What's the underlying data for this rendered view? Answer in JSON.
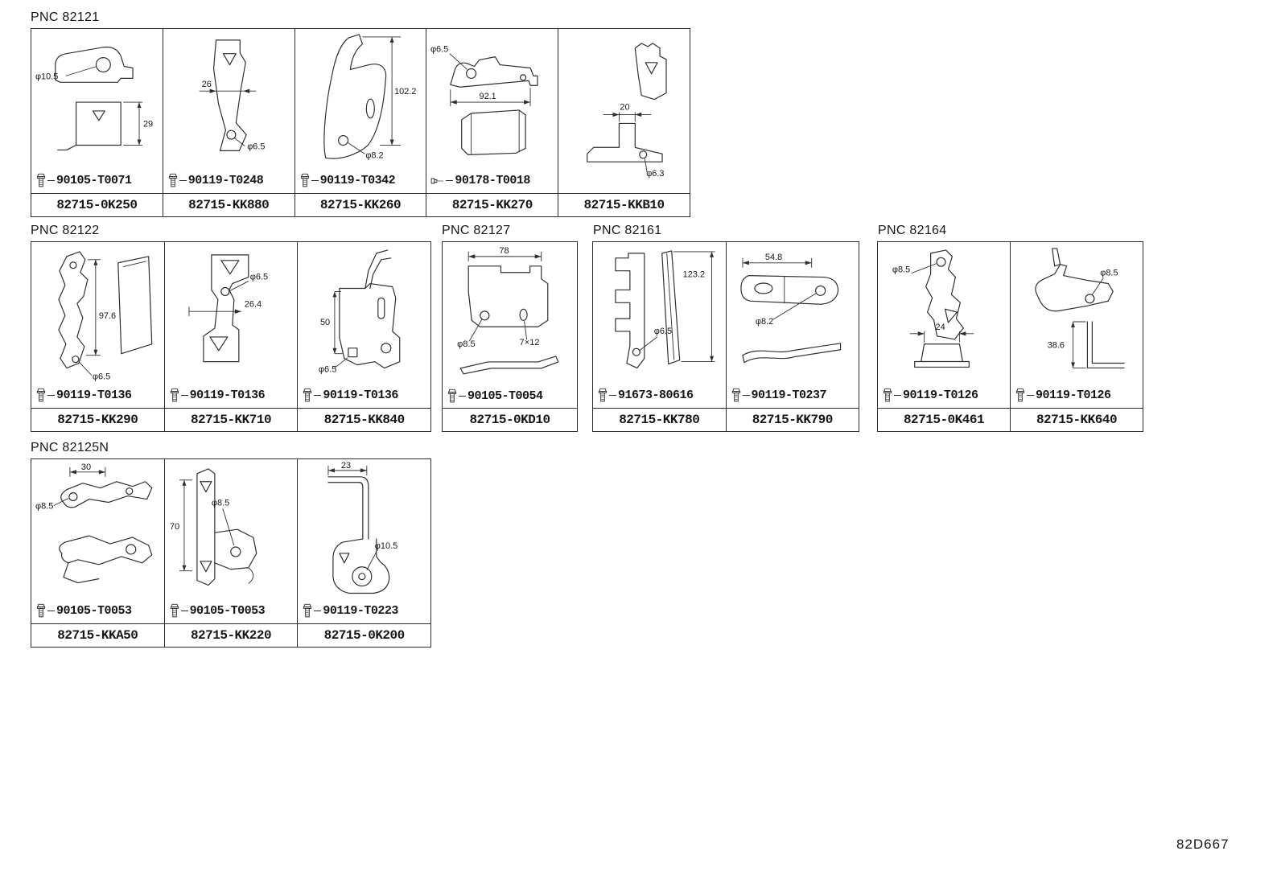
{
  "page": {
    "footer_code": "82D667"
  },
  "groups": [
    {
      "label": "PNC 82121",
      "cells": [
        {
          "icon": "bolt-icon",
          "fastener": "90105-T0071",
          "part": "82715-0K250",
          "dims": [
            "φ10.5",
            "29"
          ]
        },
        {
          "icon": "bolt-icon",
          "fastener": "90119-T0248",
          "part": "82715-KK880",
          "dims": [
            "26",
            "φ6.5"
          ]
        },
        {
          "icon": "bolt-icon",
          "fastener": "90119-T0342",
          "part": "82715-KK260",
          "dims": [
            "102.2",
            "φ8.2"
          ]
        },
        {
          "icon": "pin-icon",
          "fastener": "90178-T0018",
          "part": "82715-KK270",
          "dims": [
            "φ6.5",
            "92.1"
          ]
        },
        {
          "icon": null,
          "fastener": null,
          "part": "82715-KKB10",
          "dims": [
            "20",
            "φ6.3"
          ]
        }
      ]
    },
    {
      "label": "PNC 82122",
      "cells": [
        {
          "icon": "bolt-icon",
          "fastener": "90119-T0136",
          "part": "82715-KK290",
          "dims": [
            "97.6",
            "φ6.5"
          ]
        },
        {
          "icon": "bolt-icon",
          "fastener": "90119-T0136",
          "part": "82715-KK710",
          "dims": [
            "φ6.5",
            "26.4"
          ]
        },
        {
          "icon": "bolt-icon",
          "fastener": "90119-T0136",
          "part": "82715-KK840",
          "dims": [
            "50",
            "φ6.5"
          ]
        }
      ]
    },
    {
      "label": "PNC 82127",
      "cells": [
        {
          "icon": "bolt-icon",
          "fastener": "90105-T0054",
          "part": "82715-0KD10",
          "dims": [
            "78",
            "φ8.5",
            "7×12"
          ]
        }
      ]
    },
    {
      "label": "PNC 82161",
      "cells": [
        {
          "icon": "bolt-icon",
          "fastener": "91673-80616",
          "part": "82715-KK780",
          "dims": [
            "123.2",
            "φ6.5"
          ]
        },
        {
          "icon": "bolt-icon",
          "fastener": "90119-T0237",
          "part": "82715-KK790",
          "dims": [
            "54.8",
            "φ8.2"
          ]
        }
      ]
    },
    {
      "label": "PNC 82164",
      "cells": [
        {
          "icon": "bolt-icon",
          "fastener": "90119-T0126",
          "part": "82715-0K461",
          "dims": [
            "φ8.5",
            "24"
          ]
        },
        {
          "icon": "bolt-icon",
          "fastener": "90119-T0126",
          "part": "82715-KK640",
          "dims": [
            "φ8.5",
            "38.6"
          ]
        }
      ]
    },
    {
      "label": "PNC 82125N",
      "cells": [
        {
          "icon": "bolt-icon",
          "fastener": "90105-T0053",
          "part": "82715-KKA50",
          "dims": [
            "30",
            "φ8.5"
          ]
        },
        {
          "icon": "bolt-icon",
          "fastener": "90105-T0053",
          "part": "82715-KK220",
          "dims": [
            "70",
            "φ8.5"
          ]
        },
        {
          "icon": "bolt-icon",
          "fastener": "90119-T0223",
          "part": "82715-0K200",
          "dims": [
            "23",
            "φ10.5"
          ]
        }
      ]
    }
  ]
}
